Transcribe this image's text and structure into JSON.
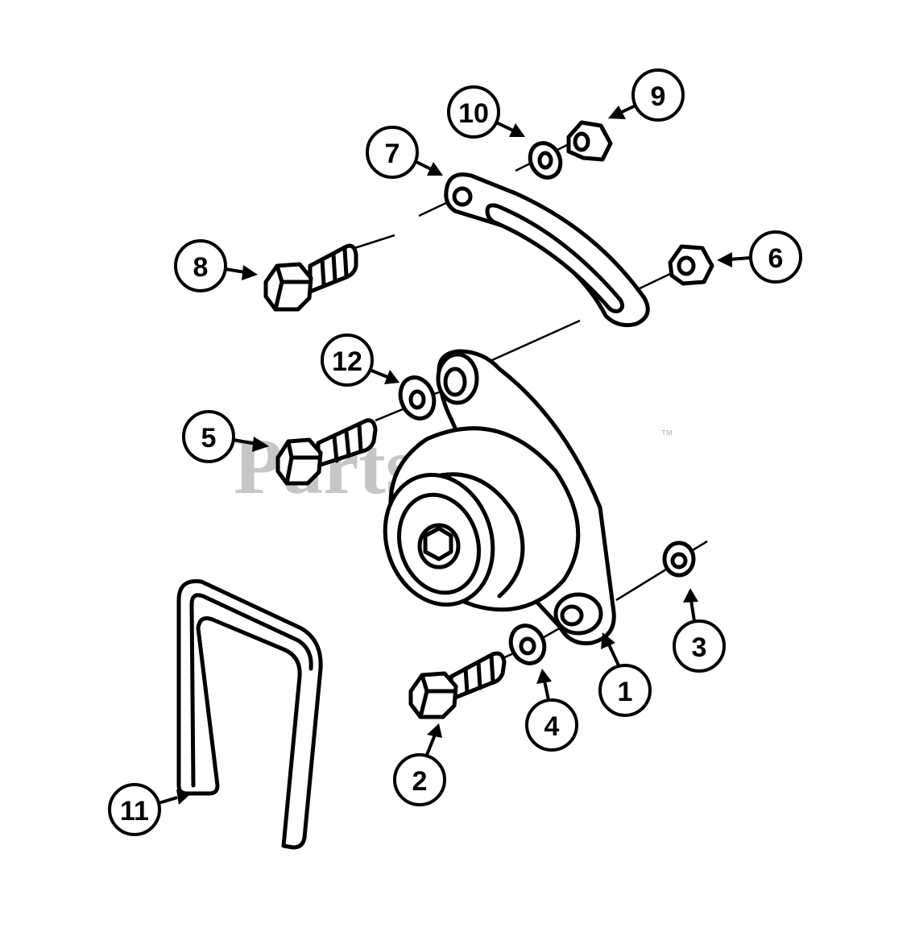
{
  "watermark": {
    "text": "PartsTree",
    "trademark": "™"
  },
  "callouts": [
    {
      "id": "1",
      "label": "1"
    },
    {
      "id": "2",
      "label": "2"
    },
    {
      "id": "3",
      "label": "3"
    },
    {
      "id": "4",
      "label": "4"
    },
    {
      "id": "5",
      "label": "5"
    },
    {
      "id": "6",
      "label": "6"
    },
    {
      "id": "7",
      "label": "7"
    },
    {
      "id": "8",
      "label": "8"
    },
    {
      "id": "9",
      "label": "9"
    },
    {
      "id": "10",
      "label": "10"
    },
    {
      "id": "11",
      "label": "11"
    },
    {
      "id": "12",
      "label": "12"
    }
  ]
}
